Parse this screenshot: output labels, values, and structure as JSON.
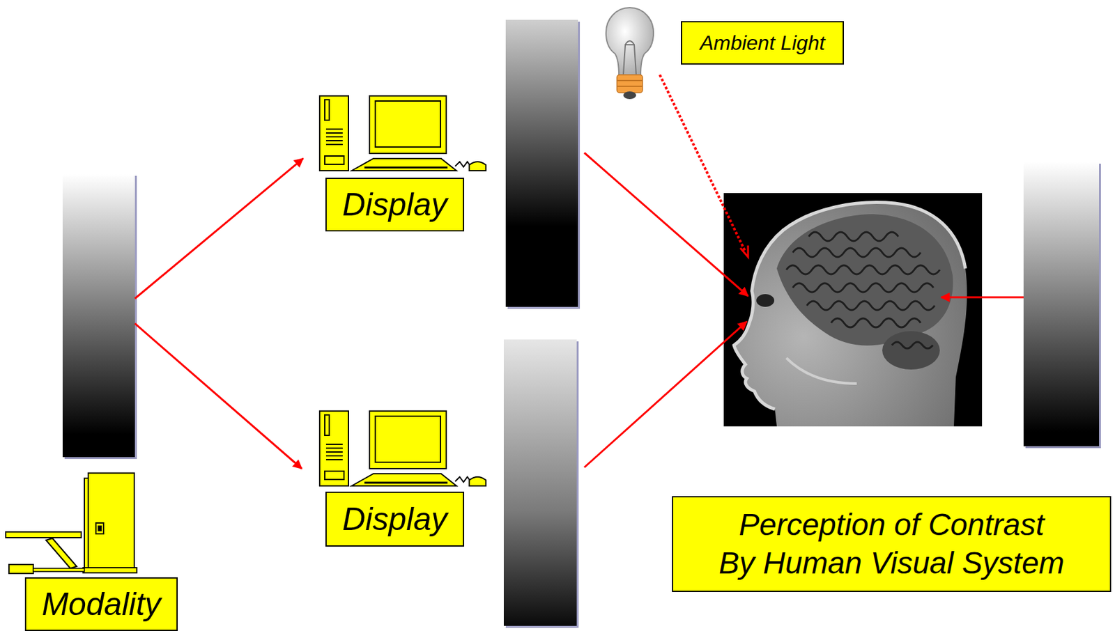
{
  "diagram": {
    "nodes": [
      {
        "text": [
          "Ambient Light"
        ]
      },
      {
        "text": [
          "Display"
        ]
      },
      {
        "text": [
          "Display"
        ]
      },
      {
        "text": [
          "Perception of Contrast By Human Visual System"
        ]
      },
      {
        "text": [
          "Modality"
        ]
      }
    ]
  }
}
